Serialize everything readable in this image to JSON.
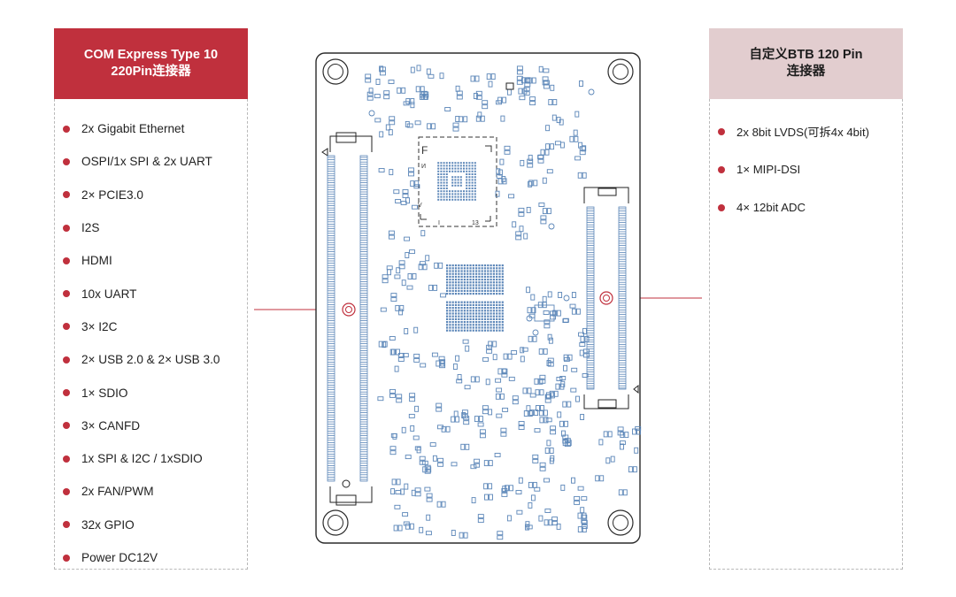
{
  "left_panel": {
    "title": "COM Express Type 10\n220Pin连接器",
    "header_color": "#c0303d",
    "items": [
      "2x Gigabit Ethernet",
      "OSPI/1x SPI & 2x UART",
      "2× PCIE3.0",
      "I2S",
      "HDMI",
      "10x UART",
      "3× I2C",
      "2× USB 2.0 & 2× USB 3.0",
      "1× SDIO",
      "3× CANFD",
      "1x SPI & I2C / 1xSDIO",
      "2x FAN/PWM",
      "32x GPIO",
      "Power DC12V"
    ]
  },
  "right_panel": {
    "title": "自定义BTB 120 Pin\n连接器",
    "header_color": "#e2cdcf",
    "items": [
      "2x 8bit LVDS(可拆4x 4bit)",
      "1× MIPI-DSI",
      "4× 12bit ADC"
    ]
  },
  "board": {
    "chip_marks": {
      "top_left": "F",
      "left_a": "И",
      "left_b": "V",
      "bottom_a": "I",
      "bottom_b": "13"
    },
    "accent_color": "#c0303d",
    "line_color": "#5b86b8"
  }
}
